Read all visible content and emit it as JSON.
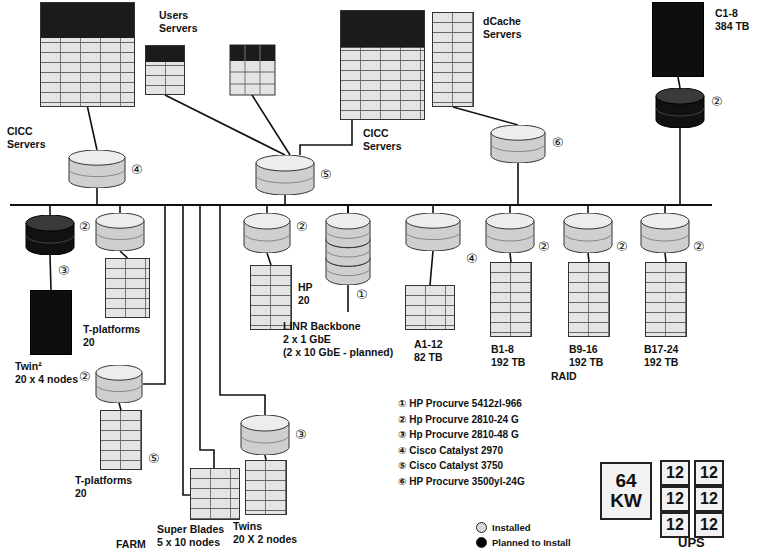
{
  "diagram": {
    "nodes": [
      {
        "text": [
          "CICC Servers"
        ]
      },
      {
        "text": [
          "④"
        ]
      },
      {
        "text": [
          "Users Servers"
        ]
      },
      {
        "text": [
          "⑤"
        ]
      },
      {
        "text": [
          "CICC Servers"
        ]
      },
      {
        "text": [
          "dCache Servers"
        ]
      },
      {
        "text": [
          "⑥"
        ]
      },
      {
        "text": [
          "C1-8",
          "384 TB"
        ]
      },
      {
        "text": [
          "②"
        ]
      },
      {
        "text": [
          "③"
        ]
      },
      {
        "text": [
          "Twin²",
          "20 x 4 nodes"
        ]
      },
      {
        "text": [
          "②"
        ]
      },
      {
        "text": [
          "T-platforms",
          "20"
        ]
      },
      {
        "text": [
          "②"
        ]
      },
      {
        "text": [
          "HP",
          "20"
        ]
      },
      {
        "text": [
          "①",
          "LINR Backbone",
          "2 x 1 GbE",
          "(2 x 10 GbE - planned)"
        ]
      },
      {
        "text": [
          "④"
        ]
      },
      {
        "text": [
          "A1-12",
          "82 TB"
        ]
      },
      {
        "text": [
          "②"
        ]
      },
      {
        "text": [
          "B1-8",
          "192 TB"
        ]
      },
      {
        "text": [
          "②"
        ]
      },
      {
        "text": [
          "B9-16",
          "192 TB"
        ]
      },
      {
        "text": [
          "②"
        ]
      },
      {
        "text": [
          "B17-24",
          "192 TB"
        ]
      },
      {
        "text": [
          "②"
        ]
      },
      {
        "text": [
          "T-platforms",
          "20"
        ]
      },
      {
        "text": [
          "Super Blades",
          "5 x 10 nodes"
        ]
      },
      {
        "text": [
          "③"
        ]
      },
      {
        "text": [
          "Twins",
          "20 X 2 nodes"
        ]
      },
      {
        "text": [
          "64 KW"
        ]
      },
      {
        "text": [
          "12"
        ]
      },
      {
        "text": [
          "12"
        ]
      },
      {
        "text": [
          "12"
        ]
      },
      {
        "text": [
          "12"
        ]
      },
      {
        "text": [
          "12"
        ]
      },
      {
        "text": [
          "12"
        ]
      }
    ],
    "edges": [
      {
        "from": 0,
        "to": 1,
        "arrow": "none"
      },
      {
        "from": 1,
        "to": 15,
        "arrow": "none"
      },
      {
        "from": 2,
        "to": 3,
        "arrow": "none"
      },
      {
        "from": 4,
        "to": 3,
        "arrow": "none"
      },
      {
        "from": 3,
        "to": 15,
        "arrow": "none"
      },
      {
        "from": 5,
        "to": 6,
        "arrow": "none"
      },
      {
        "from": 6,
        "to": 15,
        "arrow": "none"
      },
      {
        "from": 7,
        "to": 8,
        "arrow": "none"
      },
      {
        "from": 8,
        "to": 15,
        "arrow": "none"
      },
      {
        "from": 9,
        "to": 15,
        "arrow": "none"
      },
      {
        "from": 9,
        "to": 10,
        "arrow": "none"
      },
      {
        "from": 11,
        "to": 15,
        "arrow": "none"
      },
      {
        "from": 11,
        "to": 12,
        "arrow": "none"
      },
      {
        "from": 13,
        "to": 15,
        "arrow": "none"
      },
      {
        "from": 13,
        "to": 14,
        "arrow": "none"
      },
      {
        "from": 16,
        "to": 15,
        "arrow": "none"
      },
      {
        "from": 16,
        "to": 17,
        "arrow": "none"
      },
      {
        "from": 18,
        "to": 15,
        "arrow": "none"
      },
      {
        "from": 18,
        "to": 19,
        "arrow": "none"
      },
      {
        "from": 20,
        "to": 15,
        "arrow": "none"
      },
      {
        "from": 20,
        "to": 21,
        "arrow": "none"
      },
      {
        "from": 22,
        "to": 15,
        "arrow": "none"
      },
      {
        "from": 22,
        "to": 23,
        "arrow": "none"
      },
      {
        "from": 24,
        "to": 15,
        "arrow": "none"
      },
      {
        "from": 24,
        "to": 25,
        "arrow": "none"
      },
      {
        "from": 26,
        "to": 15,
        "arrow": "none"
      },
      {
        "from": 27,
        "to": 15,
        "arrow": "none"
      },
      {
        "from": 27,
        "to": 28,
        "arrow": "none"
      }
    ],
    "labels": [
      "⑤",
      "FARM",
      "RAID",
      "UPS"
    ],
    "legend": [
      {
        "text": "① HP Procurve 5412zl-966"
      },
      {
        "text": "② Hp Procurve 2810-24 G"
      },
      {
        "text": "③ Hp Procurve 2810-48 G"
      },
      {
        "text": "④ Cisco Catalyst 2970"
      },
      {
        "text": "⑤ Cisco Catalyst 3750"
      },
      {
        "text": "⑥ HP Procurve 3500yl-24G"
      },
      {
        "text": "Installed",
        "color": "#d9d9d9"
      },
      {
        "text": "Planned to Install",
        "color": "#000000"
      }
    ]
  }
}
